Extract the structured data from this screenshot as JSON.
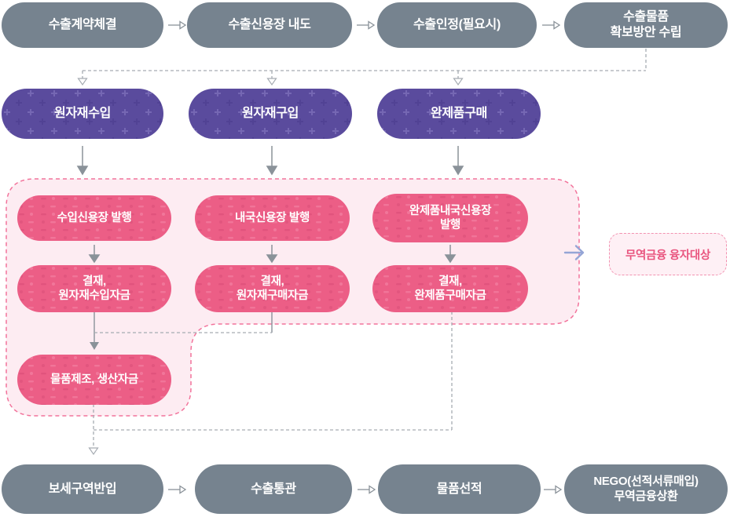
{
  "nodes": {
    "export_contract": "수출계약체결",
    "export_lc_arrival": "수출신용장 내도",
    "export_approval": "수출인정(필요시)",
    "export_goods_plan": "수출물품\n확보방안 수립",
    "raw_material_import": "원자재수입",
    "raw_material_purchase": "원자재구입",
    "finished_goods_purchase": "완제품구매",
    "import_lc_issue": "수입신용장 발행",
    "local_lc_issue": "내국신용장 발행",
    "finished_local_lc_issue": "완제품내국신용장\n발행",
    "settle_raw_import_funds": "결재,\n원자재수입자금",
    "settle_raw_purchase_funds": "결재,\n원자재구매자금",
    "settle_finished_funds": "결재,\n완제품구매자금",
    "manufacture_production_funds": "물품제조, 생산자금",
    "bonded_area_entry": "보세구역반입",
    "export_clearance": "수출통관",
    "goods_shipment": "물품선적",
    "nego_repayment": "NEGO(선적서류매입)\n무역금융상환",
    "trade_finance_target": "무역금융 융자대상"
  },
  "colors": {
    "gray_node": "#76838F",
    "purple_node": "#5A4B9D",
    "pink_node": "#EC5E86",
    "finance_area_fill": "#FDECF2",
    "finance_area_border": "#F2739B",
    "connector_gray": "#8A9299",
    "connector_dashed_gray": "#A6ACB2",
    "highlight_arrow_blue": "#95A5D6",
    "finance_label_text": "#E9557F"
  }
}
